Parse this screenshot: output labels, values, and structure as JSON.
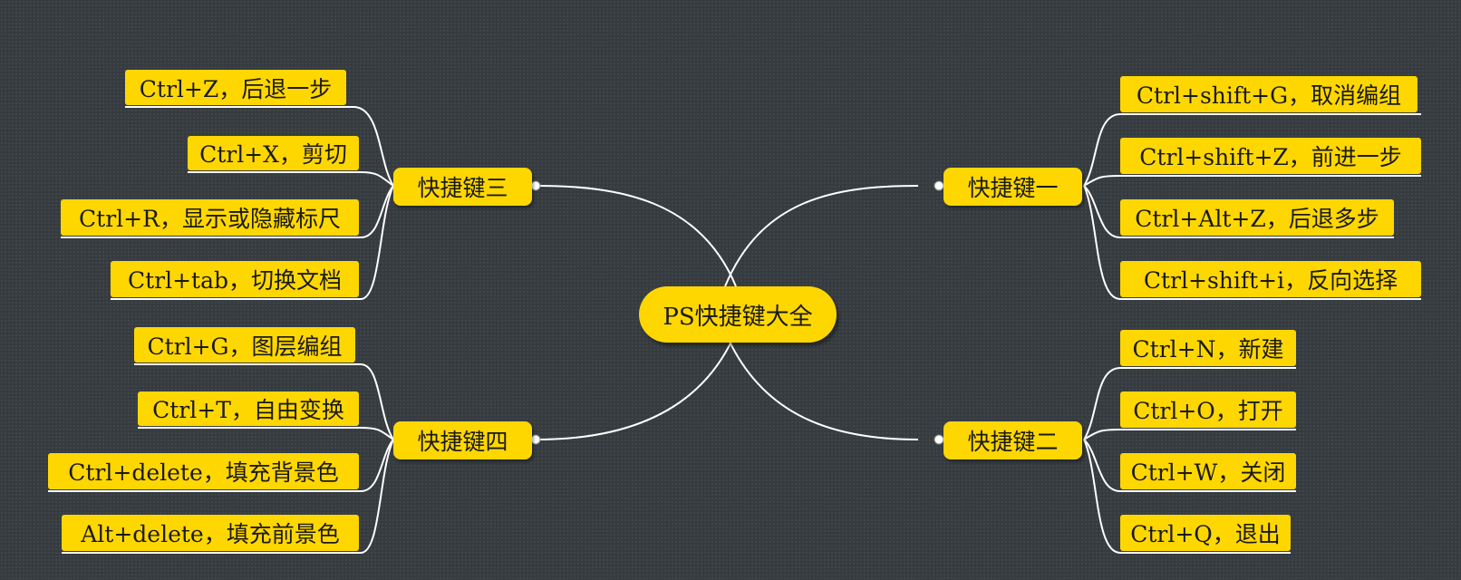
{
  "root": {
    "label": "PS快捷键大全"
  },
  "branches": [
    {
      "label": "快捷键一",
      "items": [
        "Ctrl+shift+G，取消编组",
        "Ctrl+shift+Z，前进一步",
        "Ctrl+Alt+Z，后退多步",
        "Ctrl+shift+i，反向选择"
      ]
    },
    {
      "label": "快捷键二",
      "items": [
        "Ctrl+N，新建",
        "Ctrl+O，打开",
        "Ctrl+W，关闭",
        "Ctrl+Q，退出"
      ]
    },
    {
      "label": "快捷键三",
      "items": [
        "Ctrl+Z，后退一步",
        "Ctrl+X，剪切",
        "Ctrl+R，显示或隐藏标尺",
        "Ctrl+tab，切换文档"
      ]
    },
    {
      "label": "快捷键四",
      "items": [
        "Ctrl+G，图层编组",
        "Ctrl+T，自由变换",
        "Ctrl+delete，填充背景色",
        "Alt+delete，填充前景色"
      ]
    }
  ],
  "colors": {
    "background": "#363b3f",
    "node": "#ffd700",
    "text": "#1a1a1a",
    "line": "#ffffff"
  }
}
